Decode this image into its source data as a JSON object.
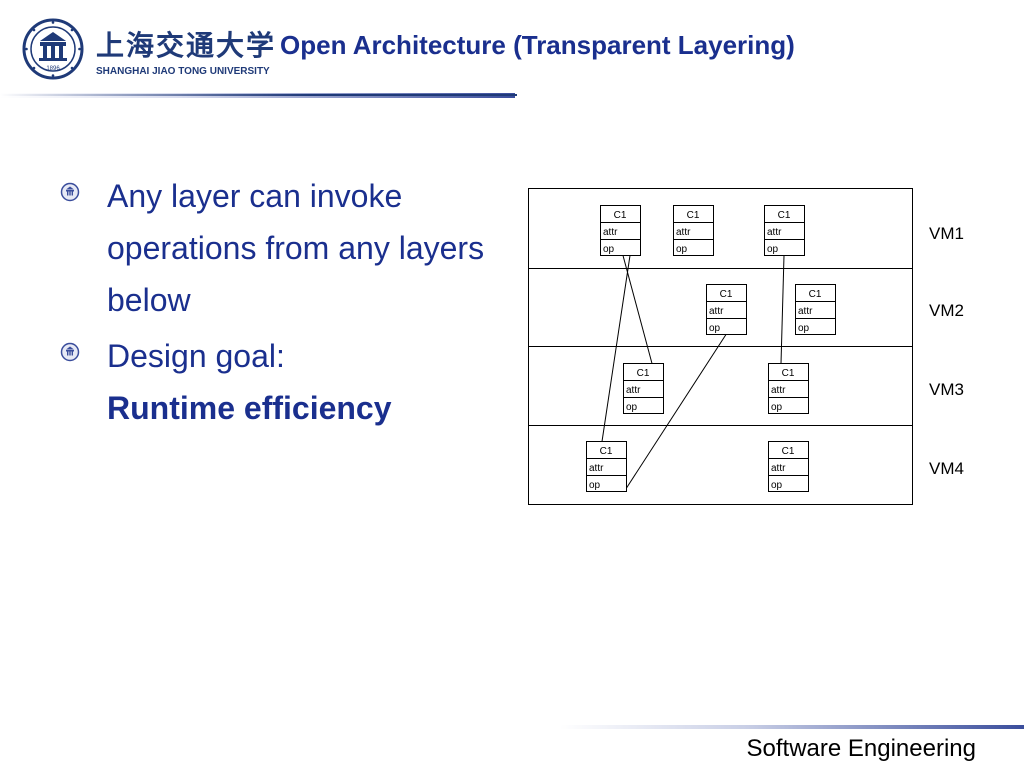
{
  "header": {
    "logo": {
      "chinese_name": "上海交通大学",
      "english_name": "SHANGHAI JIAO TONG UNIVERSITY",
      "seal_year": "1896"
    },
    "title": "Open Architecture (Transparent Layering)"
  },
  "bullets": [
    {
      "text": "Any layer can invoke operations from any layers below"
    },
    {
      "text": "Design goal:",
      "emphasis": "Runtime efficiency"
    }
  ],
  "diagram": {
    "layers": [
      {
        "label": "VM1",
        "classes": [
          {
            "name": "C1",
            "attr": "attr",
            "op": "op"
          },
          {
            "name": "C1",
            "attr": "attr",
            "op": "op"
          },
          {
            "name": "C1",
            "attr": "attr",
            "op": "op"
          }
        ]
      },
      {
        "label": "VM2",
        "classes": [
          {
            "name": "C1",
            "attr": "attr",
            "op": "op"
          },
          {
            "name": "C1",
            "attr": "attr",
            "op": "op"
          }
        ]
      },
      {
        "label": "VM3",
        "classes": [
          {
            "name": "C1",
            "attr": "attr",
            "op": "op"
          },
          {
            "name": "C1",
            "attr": "attr",
            "op": "op"
          }
        ]
      },
      {
        "label": "VM4",
        "classes": [
          {
            "name": "C1",
            "attr": "attr",
            "op": "op"
          },
          {
            "name": "C1",
            "attr": "attr",
            "op": "op"
          }
        ]
      }
    ]
  },
  "footer": {
    "text": "Software Engineering"
  },
  "colors": {
    "title": "#1a2f8e",
    "body_text": "#1a2f8e",
    "logo": "#1f3a78",
    "rule": "#3a4d9c"
  }
}
